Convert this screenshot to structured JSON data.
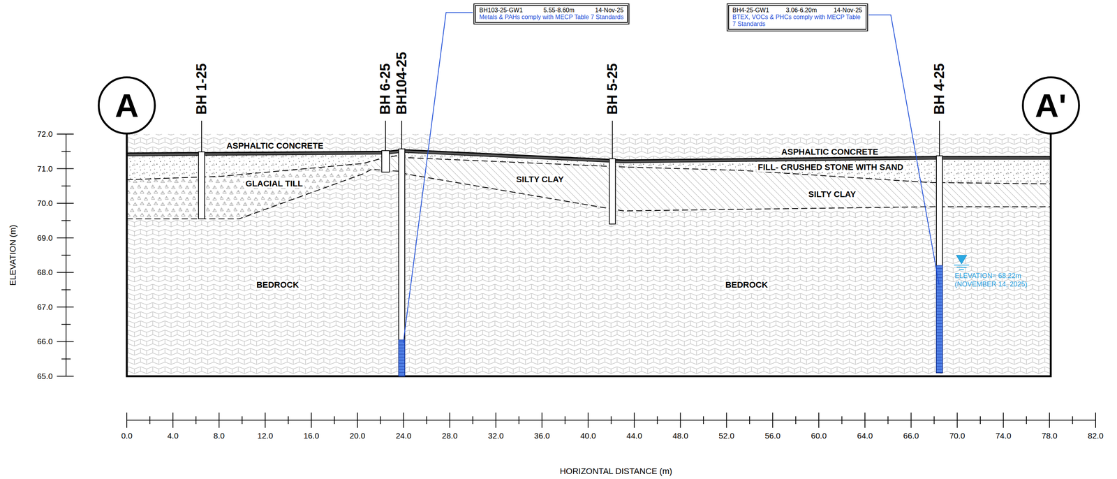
{
  "diagram": {
    "nodes": [
      {
        "text": [
          "A"
        ]
      },
      {
        "text": [
          "A'"
        ]
      },
      {
        "text": [
          "BH103-25-GW1",
          "5.55-8.60m",
          "14-Nov-25",
          "Metals & PAHs comply with MECP Table 7 Standards"
        ]
      },
      {
        "text": [
          "BH4-25-GW1",
          "3.06-6.20m",
          "14-Nov-25",
          "BTEX, VOCs & PHCs comply with MECP Table 7 Standards"
        ]
      }
    ],
    "labels": [
      "BH 1-25",
      "BH 6-25",
      "BH104-25",
      "BH 5-25",
      "BH 4-25",
      "ASPHALTIC CONCRETE",
      "GLACIAL TILL",
      "SILTY CLAY",
      "BEDROCK",
      "ASPHALTIC CONCRETE",
      "FILL- CRUSHED STONE WITH SAND",
      "SILTY CLAY",
      "BEDROCK",
      "ELEVATION= 68.22m",
      "(NOVEMBER 14, 2025)",
      "ELEVATION (m)",
      "HORIZONTAL DISTANCE (m)",
      "72.0",
      "71.0",
      "70.0",
      "69.0",
      "68.0",
      "67.0",
      "66.0",
      "65.0",
      "0.0",
      "4.0",
      "8.0",
      "12.0",
      "16.0",
      "20.0",
      "24.0",
      "28.0",
      "32.0",
      "36.0",
      "40.0",
      "44.0",
      "48.0",
      "52.0",
      "56.0",
      "60.0",
      "64.0",
      "66.0",
      "70.0",
      "74.0",
      "78.0",
      "82.0"
    ]
  }
}
